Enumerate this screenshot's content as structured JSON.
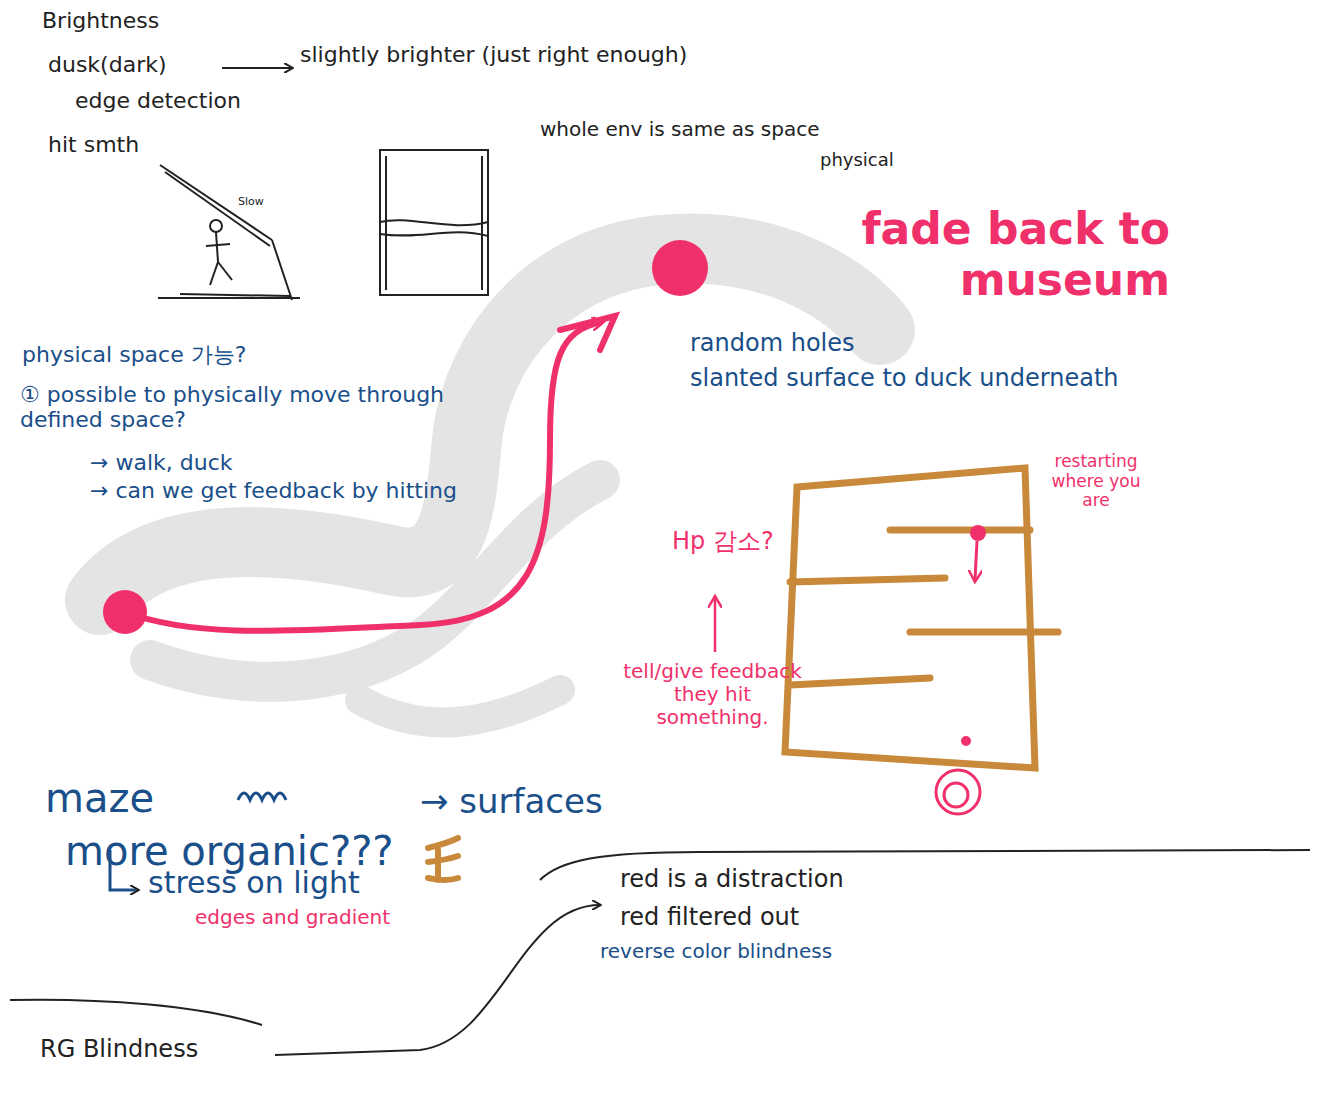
{
  "diagram": {
    "labels": [
      "Brightness",
      "dusk(dark)",
      "slightly brighter (just right enough)",
      "edge detection",
      "hit smth",
      "Slow",
      "whole env is same as space",
      "physical",
      "fade back to museum",
      "random holes",
      "slanted surface to duck underneath",
      "physical space 가능?",
      "① possible to physically move through defined space?",
      "→ walk, duck",
      "→ can we get feedback by hitting",
      "restarting where you are",
      "Hp 감소?",
      "tell/give feedback they hit something.",
      "maze",
      "more organic???",
      "→ surfaces",
      "stress on light",
      "edges and gradient",
      "red is a distraction",
      "red filtered out",
      "reverse color blindness",
      "RG Blindness"
    ]
  }
}
